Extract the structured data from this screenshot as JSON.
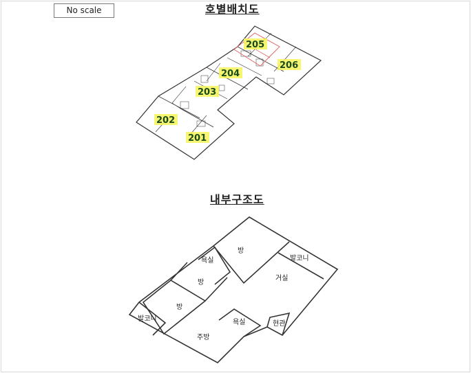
{
  "scale_note": "No scale",
  "title_layout": "호별배치도",
  "title_interior": "내부구조도",
  "units": [
    "205",
    "206",
    "204",
    "203",
    "202",
    "201"
  ],
  "rooms": {
    "bang_top": "방",
    "bath_top": "욕실",
    "balcony_right": "발코니",
    "bang_mid": "방",
    "living": "거실",
    "bang_left": "방",
    "balcony_left": "발코니",
    "bath_bottom": "욕실",
    "entrance": "현관",
    "kitchen": "주방"
  },
  "colors": {
    "unit_highlight": "#f6f45a",
    "selected_outline": "#e06a6a",
    "line": "#333333"
  }
}
